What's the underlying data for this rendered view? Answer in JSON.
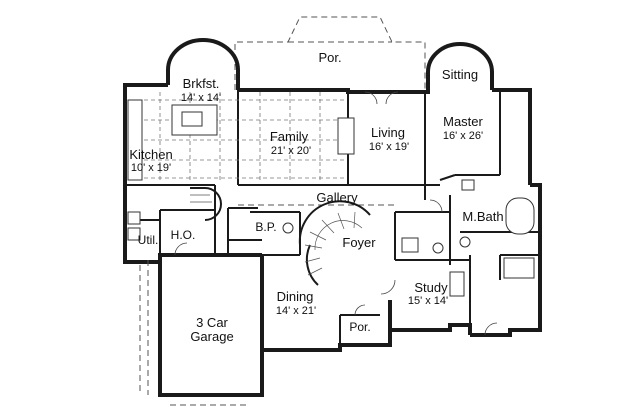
{
  "rooms": {
    "porch_rear": {
      "name": "Por."
    },
    "breakfast": {
      "name": "Brkfst.",
      "size": "14' x 14'"
    },
    "sitting": {
      "name": "Sitting"
    },
    "family": {
      "name": "Family",
      "size": "21' x 20'"
    },
    "living": {
      "name": "Living",
      "size": "16' x 19'"
    },
    "master": {
      "name": "Master",
      "size": "16' x 26'"
    },
    "kitchen": {
      "name": "Kitchen",
      "size": "10' x 19'"
    },
    "gallery": {
      "name": "Gallery"
    },
    "master_bath": {
      "name": "M.Bath"
    },
    "bp": {
      "name": "B.P."
    },
    "foyer": {
      "name": "Foyer"
    },
    "utility": {
      "name": "Util."
    },
    "home_office": {
      "name": "H.O."
    },
    "study": {
      "name": "Study",
      "size": "15' x 14'"
    },
    "dining": {
      "name": "Dining",
      "size": "14' x 21'"
    },
    "garage": {
      "name": "3 Car",
      "name_line2": "Garage"
    },
    "porch_front": {
      "name": "Por."
    }
  }
}
